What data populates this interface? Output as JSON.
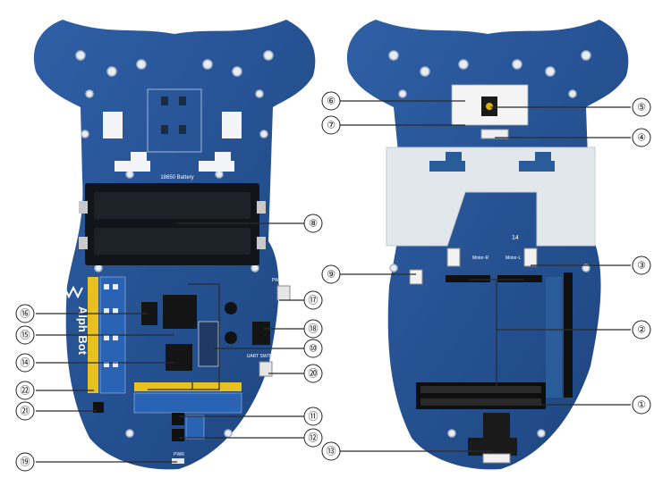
{
  "left_board": {
    "battery_label": "18650 Battery",
    "brand_text": "Alph Bot",
    "pwr_switch_label": "PWR SWITCH",
    "uart_switch_label": "UART SWITCH",
    "pwr_label": "PWR"
  },
  "right_board": {
    "motor_r_label": "Motor-R",
    "motor_l_label": "Motor-L",
    "pad_number": "14"
  },
  "callouts": {
    "c1": "①",
    "c2": "②",
    "c3": "③",
    "c4": "④",
    "c5": "⑤",
    "c6": "⑥",
    "c7": "⑦",
    "c8": "⑧",
    "c9": "⑨",
    "c10": "⑩",
    "c11": "⑪",
    "c12": "⑫",
    "c13": "⑬",
    "c14": "⑭",
    "c15": "⑮",
    "c16": "⑯",
    "c17": "⑰",
    "c18": "⑱",
    "c19": "⑲",
    "c20": "⑳",
    "c21": "㉑",
    "c22": "㉒"
  }
}
